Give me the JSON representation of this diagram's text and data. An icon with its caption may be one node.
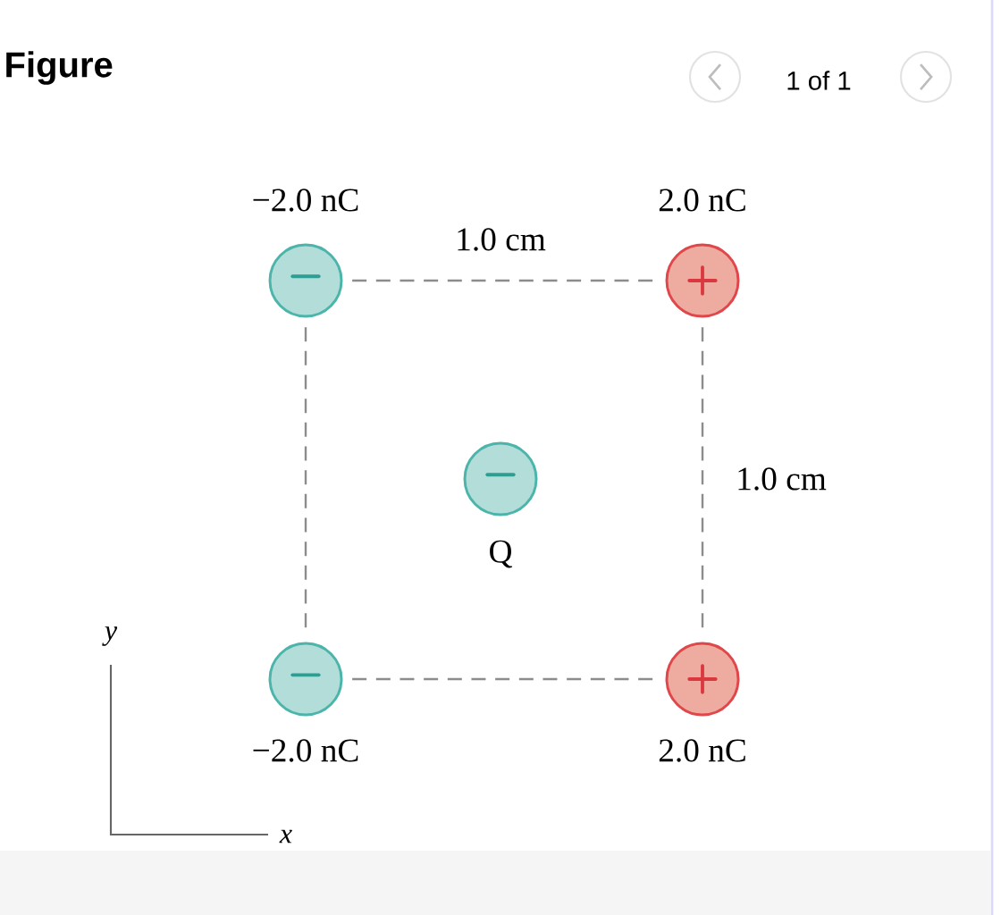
{
  "diagram": {
    "title": "Figure",
    "nodes": [
      {
        "text": [
          "−"
        ],
        "beside": [
          "−2.0 nC"
        ]
      },
      {
        "text": [
          "+"
        ],
        "beside": [
          "2.0 nC"
        ]
      },
      {
        "text": [
          "−"
        ],
        "beside": [
          "Q"
        ]
      },
      {
        "text": [
          "−"
        ],
        "beside": [
          "−2.0 nC"
        ]
      },
      {
        "text": [
          "+"
        ],
        "beside": [
          "2.0 nC"
        ]
      }
    ],
    "edges": [
      {
        "from": 0,
        "to": 1,
        "arrow": "none",
        "style": "dashed",
        "label": "1.0 cm"
      },
      {
        "from": 1,
        "to": 4,
        "arrow": "none",
        "style": "dashed",
        "label": "1.0 cm"
      },
      {
        "from": 0,
        "to": 3,
        "arrow": "none",
        "style": "dashed"
      },
      {
        "from": 3,
        "to": 4,
        "arrow": "none",
        "style": "dashed"
      }
    ],
    "labels": [
      "1 of 1",
      "y",
      "x"
    ]
  }
}
